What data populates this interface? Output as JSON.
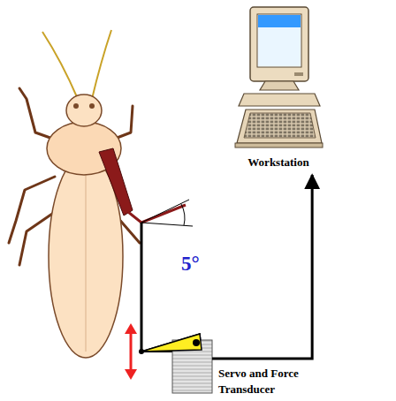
{
  "diagram": {
    "nodes": [
      {
        "text": [
          "Workstation"
        ]
      },
      {
        "text": [
          "Servo and Force Transducer"
        ]
      }
    ],
    "edges": [
      {
        "from": 1,
        "to": 0,
        "arrow": "to"
      }
    ],
    "labels": [
      "5°"
    ]
  }
}
